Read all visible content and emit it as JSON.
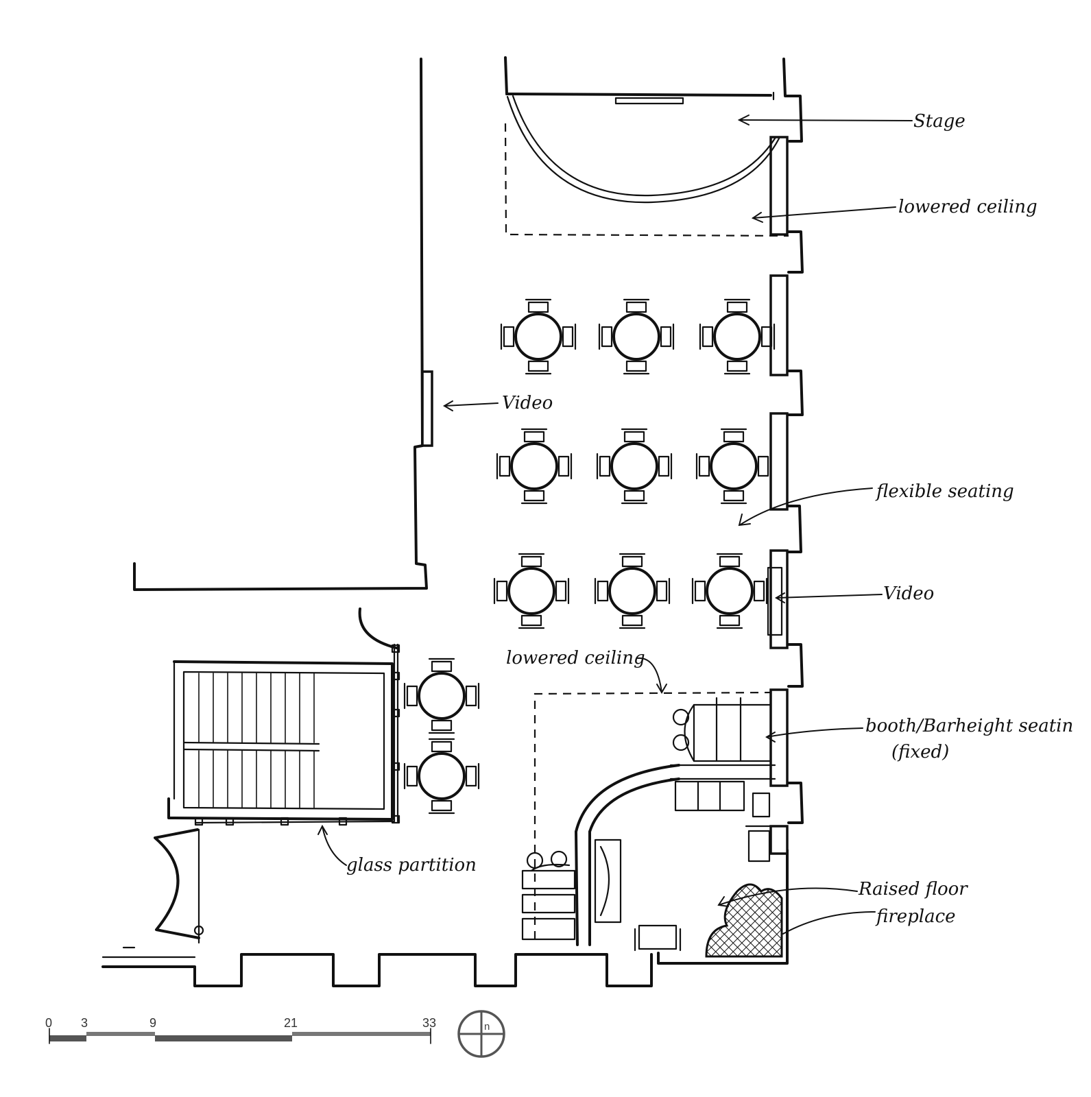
{
  "annotations": {
    "stage": "Stage",
    "lowered_ceiling_top": "lowered ceiling",
    "video_left": "Video",
    "flexible_seating": "flexible seating",
    "video_right": "Video",
    "lowered_ceiling_bottom": "lowered ceiling",
    "booth_line1": "booth/Barheight seatin",
    "booth_line2": "(fixed)",
    "raised_floor": "Raised floor",
    "fireplace": "fireplace",
    "glass_partition": "glass partition"
  },
  "scale_bar": {
    "ticks": [
      "0",
      "3",
      "9",
      "21",
      "33"
    ]
  },
  "north_arrow": {
    "label": "n"
  }
}
